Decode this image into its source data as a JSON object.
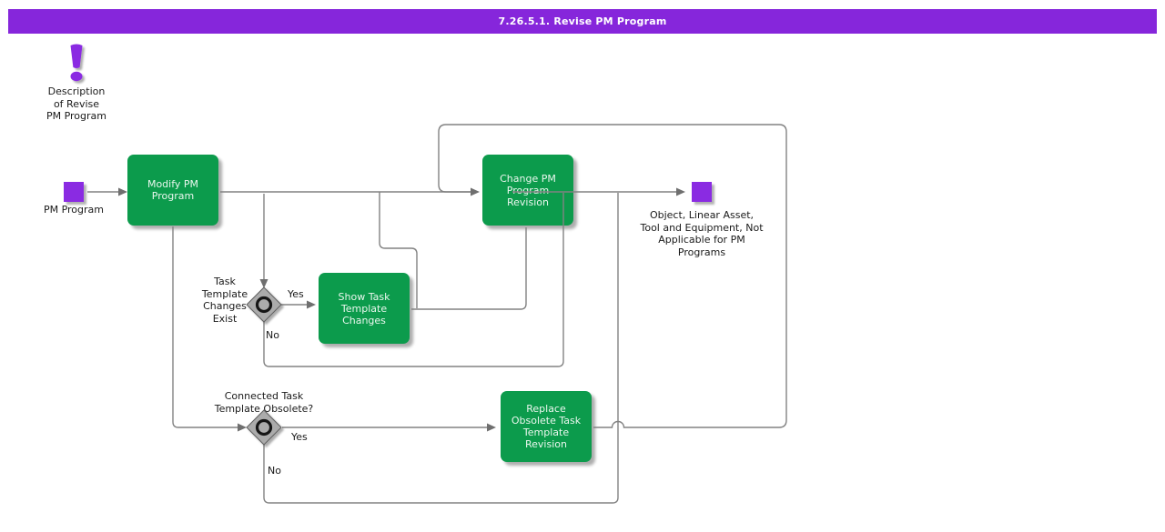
{
  "title_bar": {
    "title": "7.26.5.1. Revise PM Program"
  },
  "colors": {
    "title_bar_purple": "#8626DB",
    "event_purple": "#8A2BE2",
    "task_green": "#0C9B4C",
    "connector_gray": "#828282"
  },
  "description_note": {
    "text": "Description\nof Revise\nPM Program"
  },
  "start_event": {
    "label": "PM Program"
  },
  "tasks": {
    "modify_pm_program": {
      "label": "Modify PM\nProgram"
    },
    "change_pm_program_revision": {
      "label": "Change PM\nProgram\nRevision"
    },
    "show_task_template_changes": {
      "label": "Show Task\nTemplate\nChanges"
    },
    "replace_obsolete_task_template_revision": {
      "label": "Replace\nObsolete Task\nTemplate\nRevision"
    }
  },
  "gateways": {
    "task_template_changes_exist": {
      "question": "Task\nTemplate\nChanges\nExist",
      "yes_label": "Yes",
      "no_label": "No"
    },
    "connected_task_template_obsolete": {
      "question": "Connected Task\nTemplate Obsolete?",
      "yes_label": "Yes",
      "no_label": "No"
    }
  },
  "end_event": {
    "label": "Object, Linear Asset,\nTool and Equipment, Not\nApplicable for PM\nPrograms"
  }
}
